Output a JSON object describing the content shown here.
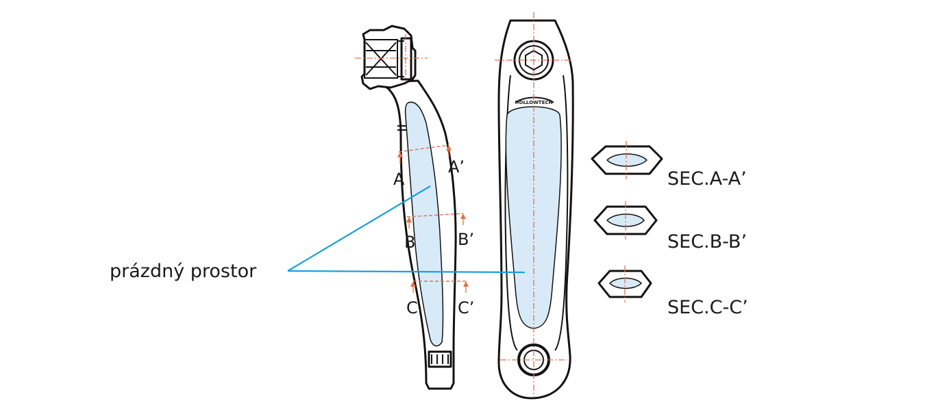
{
  "callout": {
    "label": "prázdný prostor",
    "color": "#1aa0e0"
  },
  "section_marks": {
    "a_left": "A",
    "a_right": "A’",
    "b_left": "B",
    "b_right": "B’",
    "c_left": "C",
    "c_right": "C’"
  },
  "sections": [
    {
      "label": "SEC.A-A’"
    },
    {
      "label": "SEC.B-B’"
    },
    {
      "label": "SEC.C-C’"
    }
  ],
  "logo_text": "HOLLOWTECH",
  "colors": {
    "cavity_fill": "#d8eaf8",
    "centerline": "#e0704a",
    "outline": "#111111"
  }
}
